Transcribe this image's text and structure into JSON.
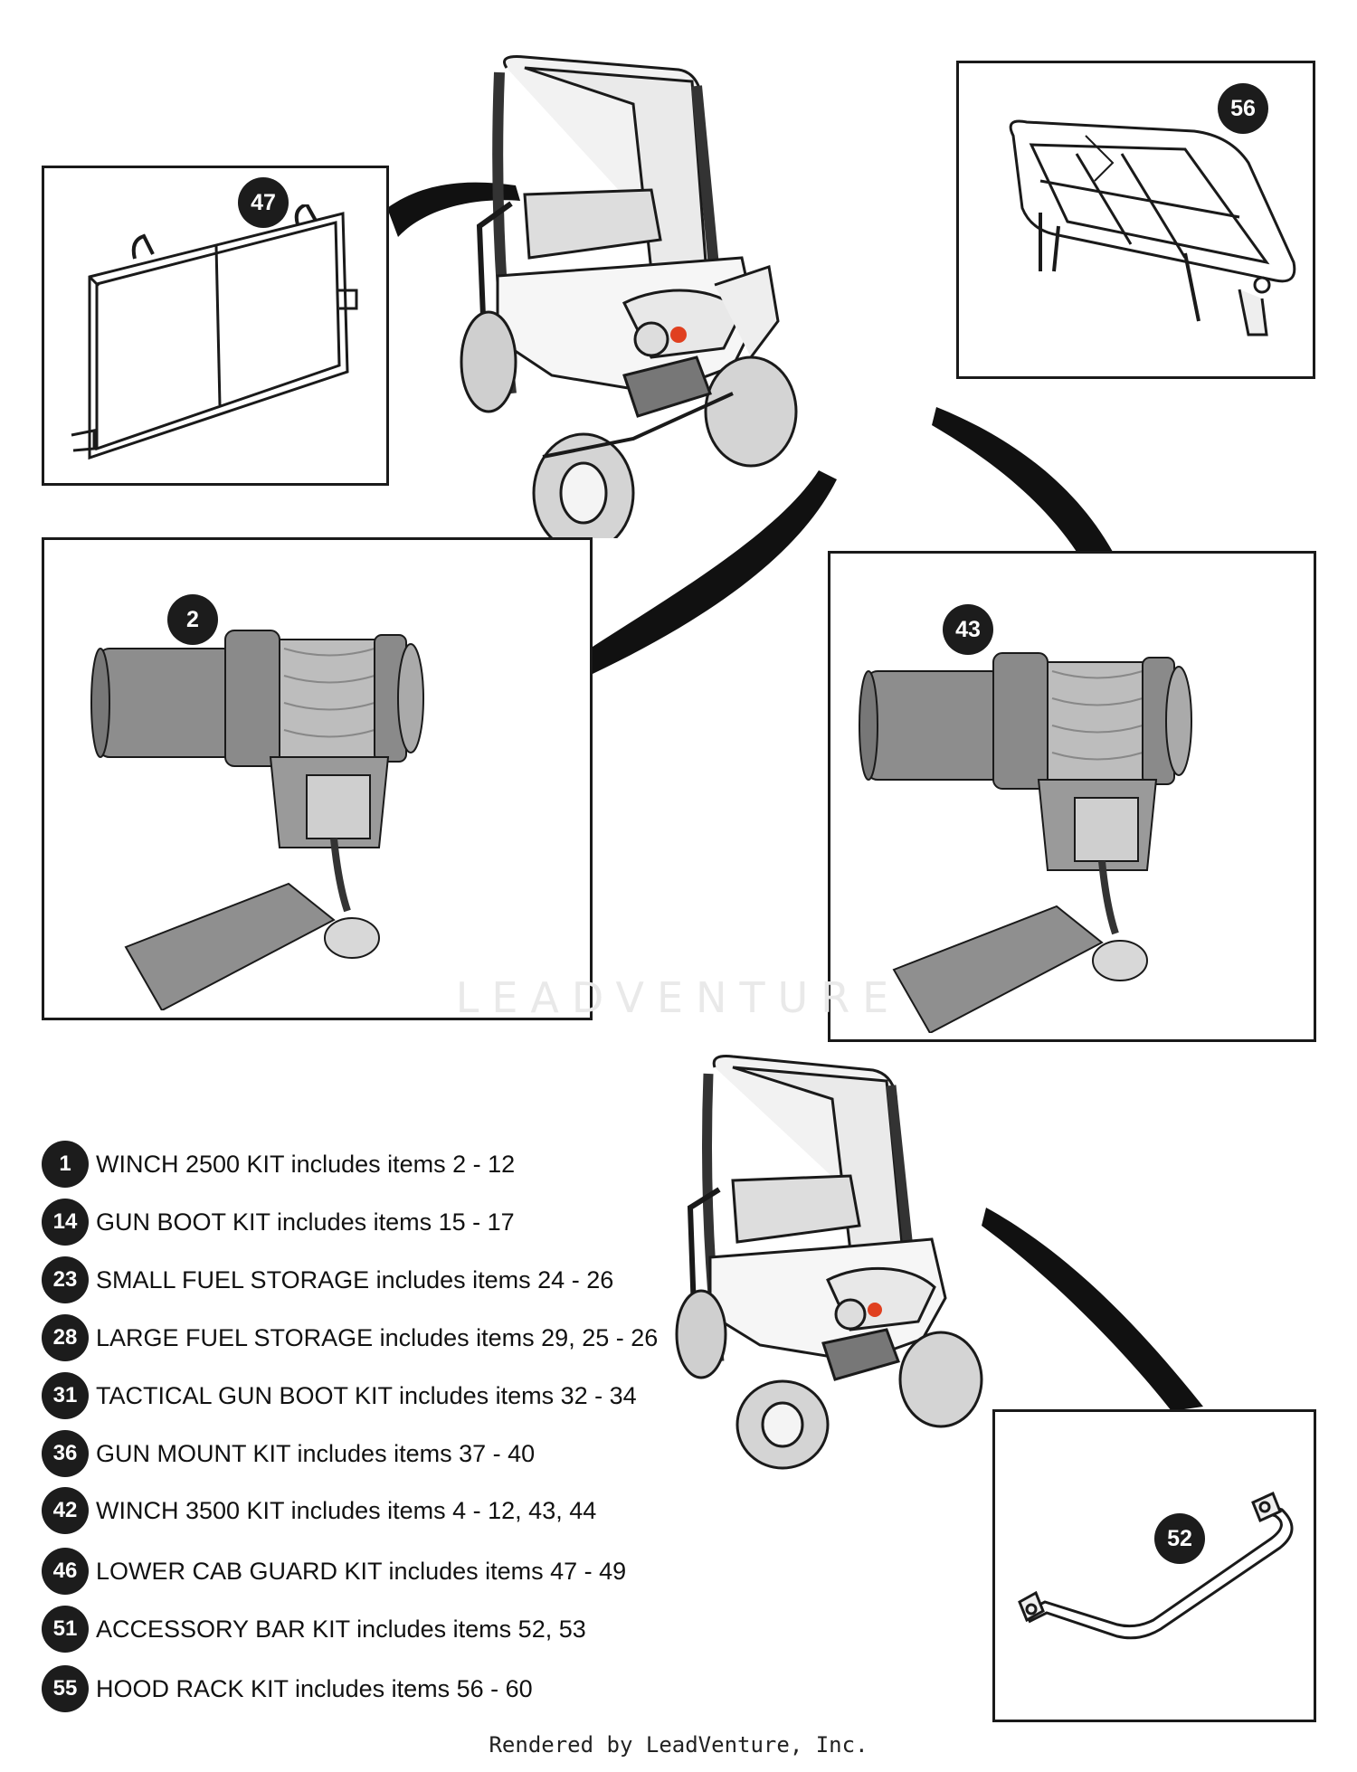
{
  "callouts": {
    "cab_guard": "47",
    "hood_rack": "56",
    "winch_2500": "2",
    "winch_3500": "43",
    "accessory_bar": "52"
  },
  "legend": [
    {
      "num": "1",
      "text": "WINCH 2500 KIT includes items 2 - 12"
    },
    {
      "num": "14",
      "text": "GUN BOOT KIT includes items 15 - 17"
    },
    {
      "num": "23",
      "text": "SMALL FUEL STORAGE includes items 24 - 26"
    },
    {
      "num": "28",
      "text": "LARGE FUEL STORAGE includes items 29, 25 - 26"
    },
    {
      "num": "31",
      "text": "TACTICAL GUN BOOT KIT includes items 32 - 34"
    },
    {
      "num": "36",
      "text": "GUN MOUNT KIT includes items 37 - 40"
    },
    {
      "num": "42",
      "text": "WINCH 3500 KIT includes items 4 - 12, 43, 44"
    },
    {
      "num": "46",
      "text": "LOWER CAB GUARD KIT includes items 47 - 49"
    },
    {
      "num": "51",
      "text": "ACCESSORY BAR KIT includes items 52, 53"
    },
    {
      "num": "55",
      "text": "HOOD RACK KIT includes items 56 - 60"
    }
  ],
  "watermark": "LEADVENTURE",
  "footer": "Rendered by LeadVenture, Inc.",
  "colors": {
    "badge": "#1c1c1c",
    "line": "#1a1a1a",
    "part_gray": "#8a8a8a",
    "light_red": "#e04020"
  }
}
